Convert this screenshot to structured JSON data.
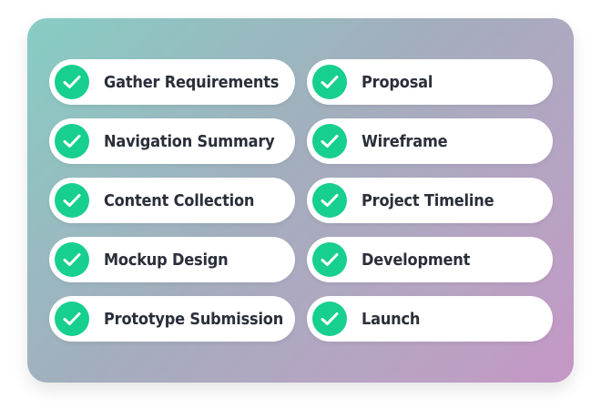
{
  "checklist": {
    "items": [
      {
        "label": "Gather Requirements",
        "done": true
      },
      {
        "label": "Proposal",
        "done": true
      },
      {
        "label": "Navigation Summary",
        "done": true
      },
      {
        "label": "Wireframe",
        "done": true
      },
      {
        "label": "Content Collection",
        "done": true
      },
      {
        "label": "Project Timeline",
        "done": true
      },
      {
        "label": "Mockup Design",
        "done": true
      },
      {
        "label": "Development",
        "done": true
      },
      {
        "label": "Prototype Submission",
        "done": true
      },
      {
        "label": "Launch",
        "done": true
      }
    ]
  },
  "colors": {
    "check_bg": "#17cf8f",
    "check_mark": "#ffffff",
    "text": "#2a2f3a",
    "gradient_start": "#87cdc4",
    "gradient_end": "#c597c5"
  },
  "icons": {
    "check": "check-icon"
  }
}
